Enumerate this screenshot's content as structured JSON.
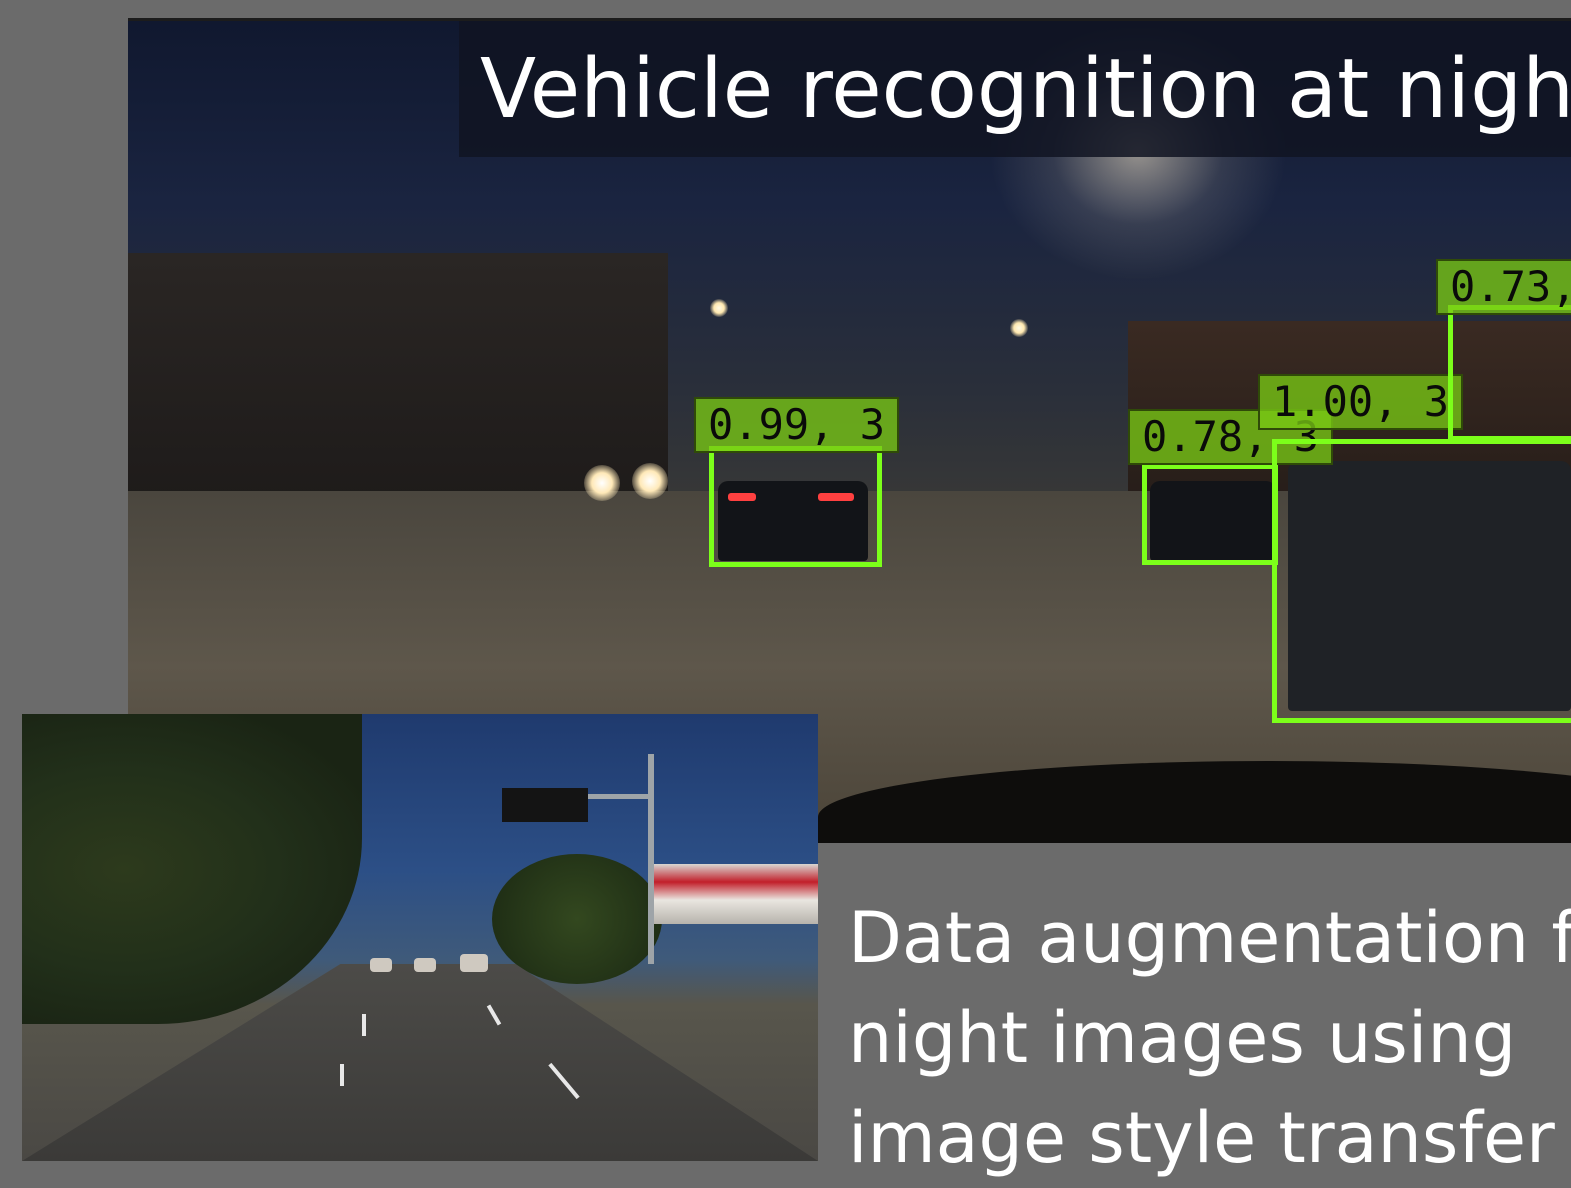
{
  "slide": {
    "title": "Vehicle recognition at night",
    "caption_lines": [
      "Data augmentation fo",
      "night images using",
      "image style transfer"
    ]
  },
  "detections": [
    {
      "label": "0.99, 3"
    },
    {
      "label": "0.78, 3"
    },
    {
      "label": "1.00, 3"
    },
    {
      "label": "0.73,"
    }
  ],
  "colors": {
    "background": "#6b6b6b",
    "detection_box": "#7cff1a",
    "detection_label_bg": "#78c814",
    "title_band": "#101422"
  }
}
